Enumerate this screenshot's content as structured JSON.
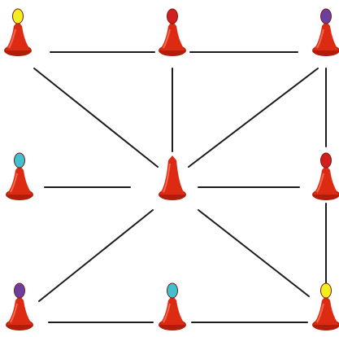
{
  "colors": {
    "background": "#ffffff",
    "edge": "#1c1c1c",
    "cone_body": "#dd2a12",
    "cone_shade": "#b01d0b"
  },
  "pieces": [
    {
      "id": "top-left",
      "tip_color": "#f3ee1e"
    },
    {
      "id": "top-center",
      "tip_color": "#d11f1f"
    },
    {
      "id": "top-right",
      "tip_color": "#6a3fa0"
    },
    {
      "id": "middle-left",
      "tip_color": "#3fc1cf"
    },
    {
      "id": "center",
      "tip_color": null
    },
    {
      "id": "middle-right",
      "tip_color": "#d11f1f"
    },
    {
      "id": "bottom-left",
      "tip_color": "#6a3fa0"
    },
    {
      "id": "bottom-center",
      "tip_color": "#3fc1cf"
    },
    {
      "id": "bottom-right",
      "tip_color": "#f3ee1e"
    }
  ],
  "edges": [
    [
      "top-left",
      "top-center"
    ],
    [
      "top-center",
      "top-right"
    ],
    [
      "top-left",
      "center"
    ],
    [
      "top-center",
      "center"
    ],
    [
      "top-right",
      "center"
    ],
    [
      "top-right",
      "middle-right"
    ],
    [
      "middle-left",
      "center"
    ],
    [
      "center",
      "middle-right"
    ],
    [
      "middle-right",
      "bottom-right"
    ],
    [
      "center",
      "bottom-left"
    ],
    [
      "center",
      "bottom-right"
    ],
    [
      "bottom-left",
      "bottom-center"
    ],
    [
      "bottom-center",
      "bottom-right"
    ]
  ]
}
